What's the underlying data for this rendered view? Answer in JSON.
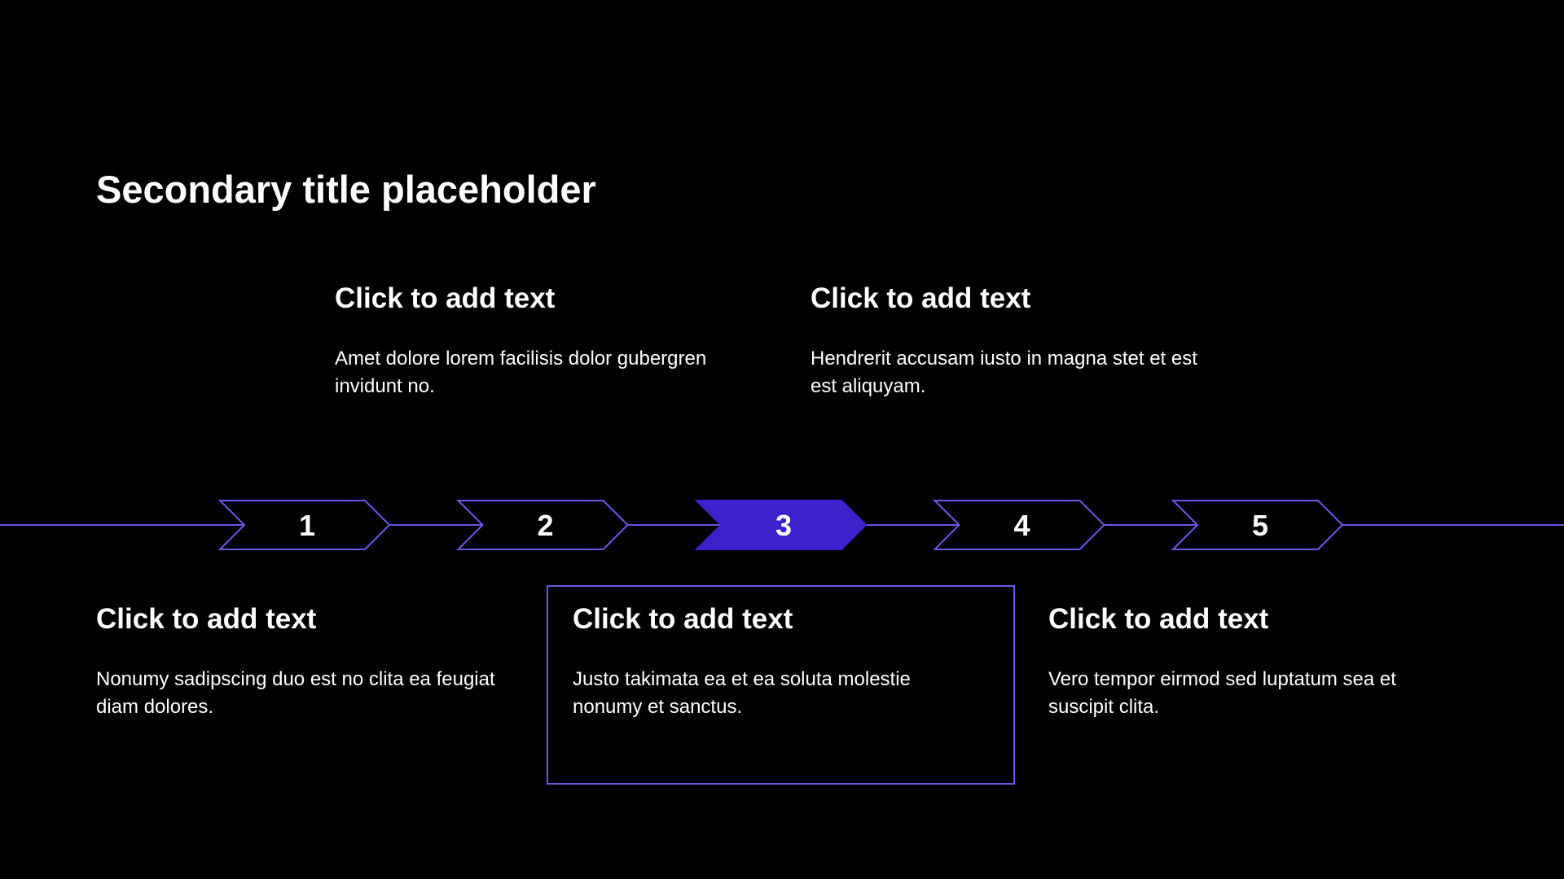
{
  "title": "Secondary title placeholder",
  "colors": {
    "background": "#000000",
    "accent": "#3b22cc",
    "outline": "#6a57e8",
    "text": "#ffffff"
  },
  "steps": [
    {
      "number": "1",
      "active": false
    },
    {
      "number": "2",
      "active": false
    },
    {
      "number": "3",
      "active": true
    },
    {
      "number": "4",
      "active": false
    },
    {
      "number": "5",
      "active": false
    }
  ],
  "blocks": [
    {
      "heading": "Click to add text",
      "body": "Nonumy sadipscing duo est no clita ea feugiat diam dolores."
    },
    {
      "heading": "Click to add text",
      "body": "Amet dolore lorem facilisis dolor gubergren invidunt no."
    },
    {
      "heading": "Click to add text",
      "body": "Justo takimata ea et ea soluta molestie nonumy et sanctus."
    },
    {
      "heading": "Click to add text",
      "body": "Hendrerit accusam iusto in magna stet et est est aliquyam."
    },
    {
      "heading": "Click to add text",
      "body": "Vero tempor eirmod sed luptatum sea et suscipit clita."
    }
  ]
}
